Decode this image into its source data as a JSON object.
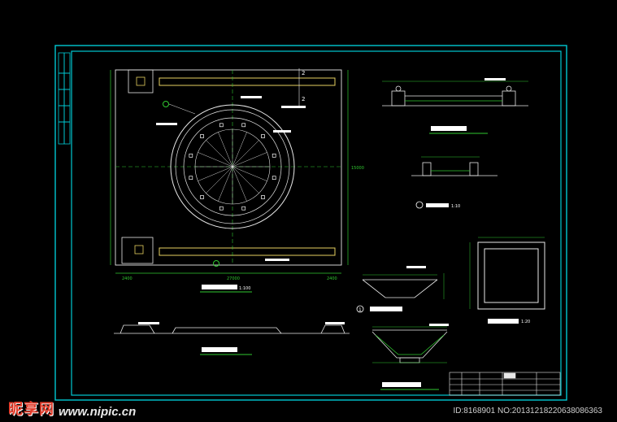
{
  "drawing": {
    "colors": {
      "background": "#000000",
      "frame": "#00c8d2",
      "main_lines": "#e8e8e8",
      "accent": "#e6d060",
      "dim": "#30c830",
      "labels": "#ffffff"
    },
    "section_markers": {
      "upper": "2",
      "lower": "2",
      "circle": "1"
    },
    "scale_labels": {
      "plan_elev": "1:100",
      "detail": "1:10",
      "detail2": "1:20"
    },
    "dimension_labels": {
      "total_width": "27000",
      "half_a": "2400",
      "half_b": "2400",
      "side": "15000"
    }
  },
  "watermark": {
    "logo": "昵享网",
    "url": "www.nipic.cn",
    "id_text": "ID:8168901 NO:20131218220638086363"
  }
}
